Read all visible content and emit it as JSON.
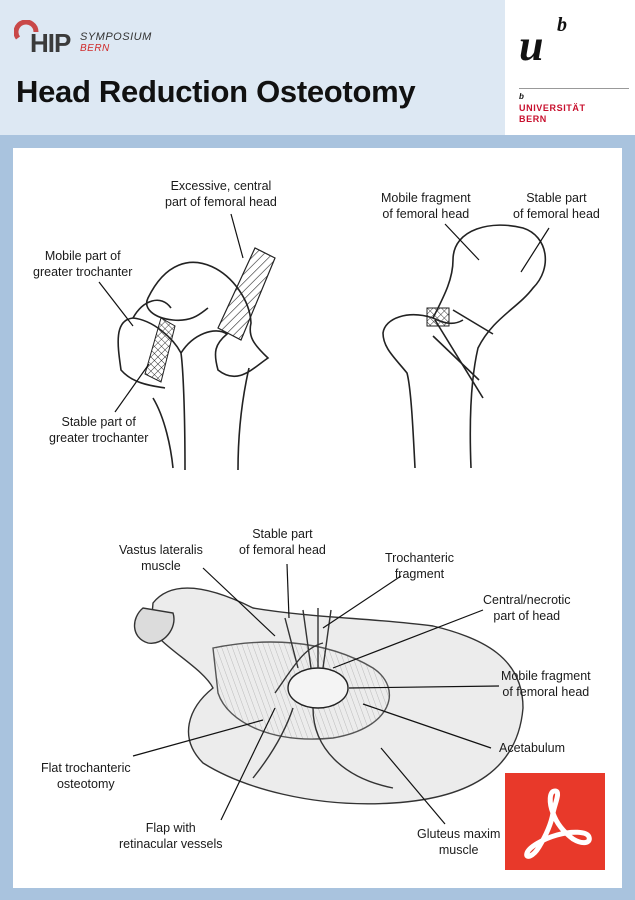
{
  "header": {
    "logo": {
      "hip": "HIP",
      "symposium": "SYMPOSIUM",
      "city": "BERN"
    },
    "title": "Head Reduction Osteotomy",
    "university": {
      "sup": "b",
      "mark": "u",
      "small_b": "b",
      "line1": "UNIVERSITÄT",
      "line2": "BERN"
    }
  },
  "labels": {
    "excessive": [
      "Excessive, central",
      "part of femoral head"
    ],
    "mobile_gt": [
      "Mobile part of",
      "greater trochanter"
    ],
    "stable_gt": [
      "Stable part of",
      "greater trochanter"
    ],
    "mobile_frag_top": [
      "Mobile fragment",
      "of femoral head"
    ],
    "stable_part_top": [
      "Stable part",
      "of femoral head"
    ],
    "vastus": [
      "Vastus lateralis",
      "muscle"
    ],
    "stable_part_bottom": [
      "Stable part",
      "of femoral head"
    ],
    "trochanteric": [
      "Trochanteric",
      "fragment"
    ],
    "central_necrotic": [
      "Central/necrotic",
      "part of head"
    ],
    "mobile_frag_bottom": [
      "Mobile fragment",
      "of femoral head"
    ],
    "acetabulum": [
      "Acetabulum"
    ],
    "flat_troch": [
      "Flat trochanteric",
      "osteotomy"
    ],
    "flap": [
      "Flap with",
      "retinacular vessels"
    ],
    "gluteus": [
      "Gluteus maxim",
      "muscle"
    ]
  },
  "pdf": {
    "icon": "pdf-icon",
    "color": "#e8392a"
  },
  "colors": {
    "header_bg": "#dde8f3",
    "frame": "#a9c3de",
    "accent_red": "#c8102e"
  }
}
